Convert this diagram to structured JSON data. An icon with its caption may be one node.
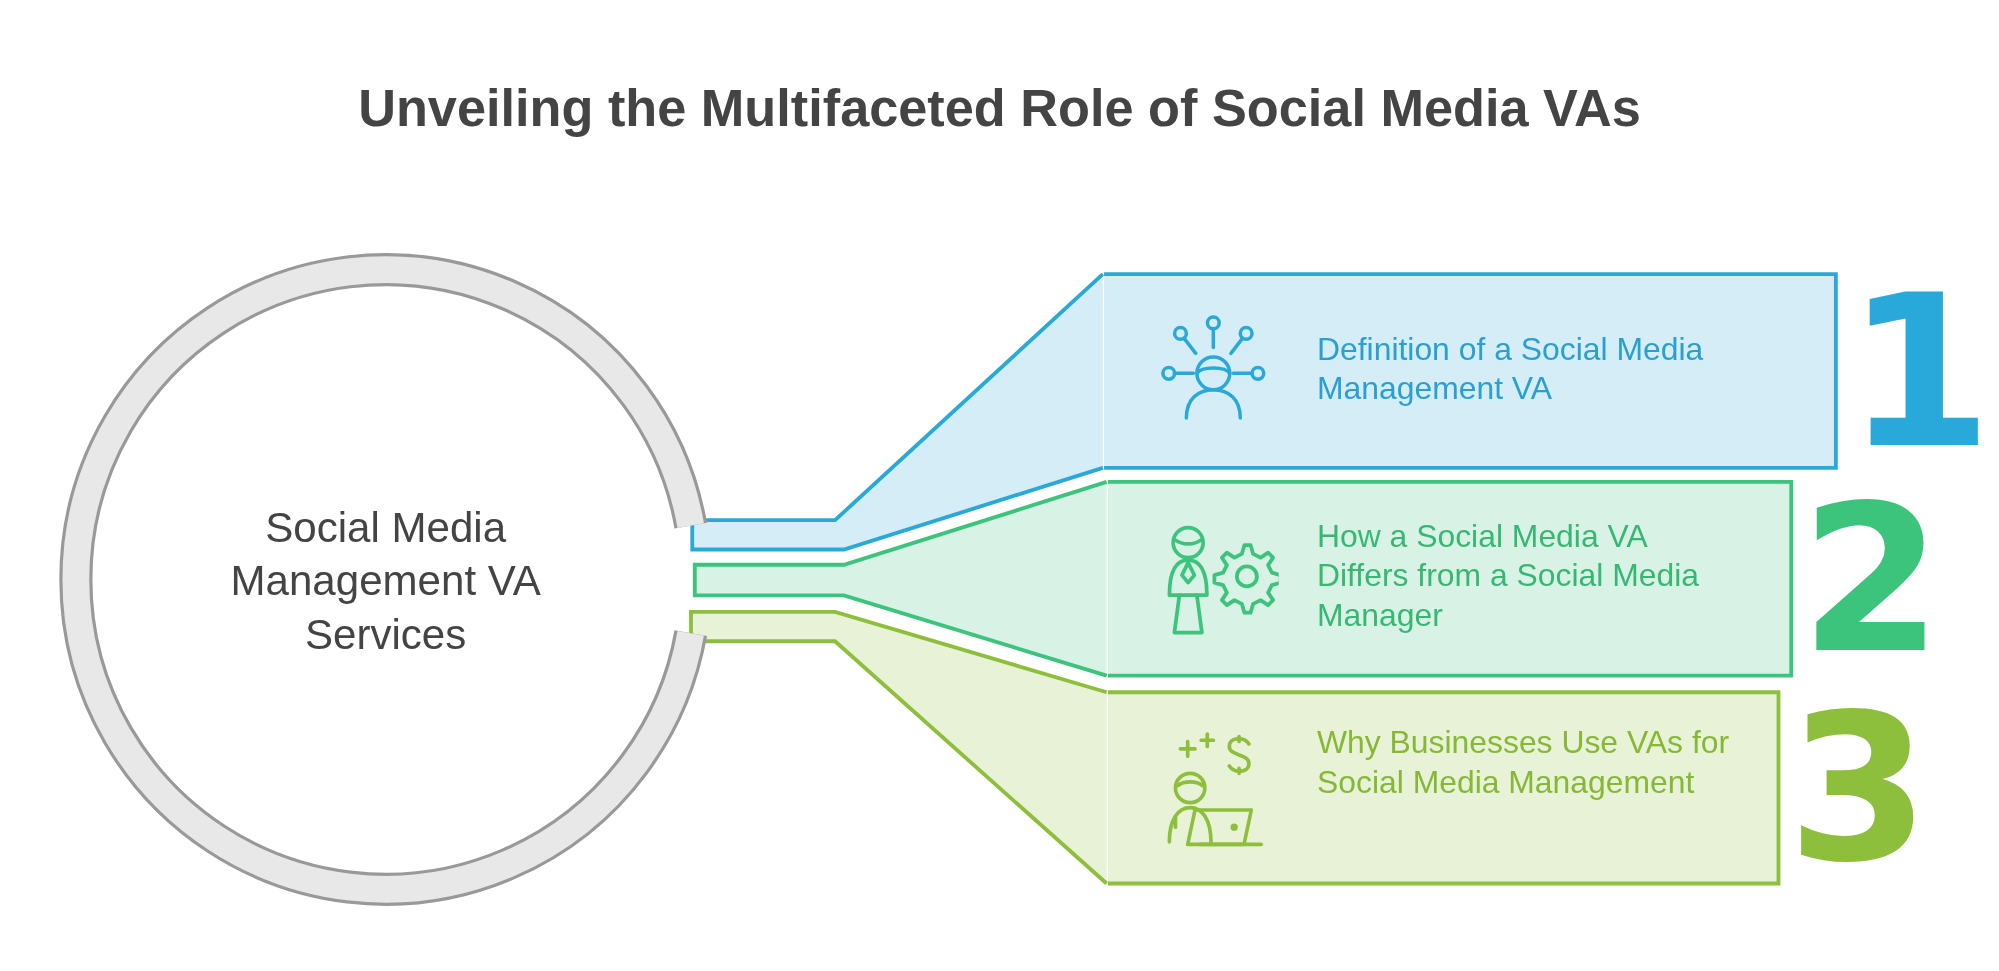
{
  "diagram": {
    "title": "Unveiling the Multifaceted Role of Social Media VAs",
    "nodes": [
      {
        "text": [
          "Social Media Management VA Services"
        ]
      },
      {
        "text": [
          "Definition of a Social Media Management VA"
        ],
        "beside": [
          "1"
        ]
      },
      {
        "text": [
          "How a Social Media VA Differs from a Social Media Manager"
        ],
        "beside": [
          "2"
        ]
      },
      {
        "text": [
          "Why Businesses Use VAs for Social Media Management"
        ],
        "beside": [
          "3"
        ]
      }
    ],
    "edges": [
      {
        "from": 0,
        "to": 1,
        "arrow": "none",
        "color": "#29a9d9"
      },
      {
        "from": 0,
        "to": 2,
        "arrow": "none",
        "color": "#3cc47c"
      },
      {
        "from": 0,
        "to": 3,
        "arrow": "none",
        "color": "#8dbf3c"
      }
    ]
  }
}
